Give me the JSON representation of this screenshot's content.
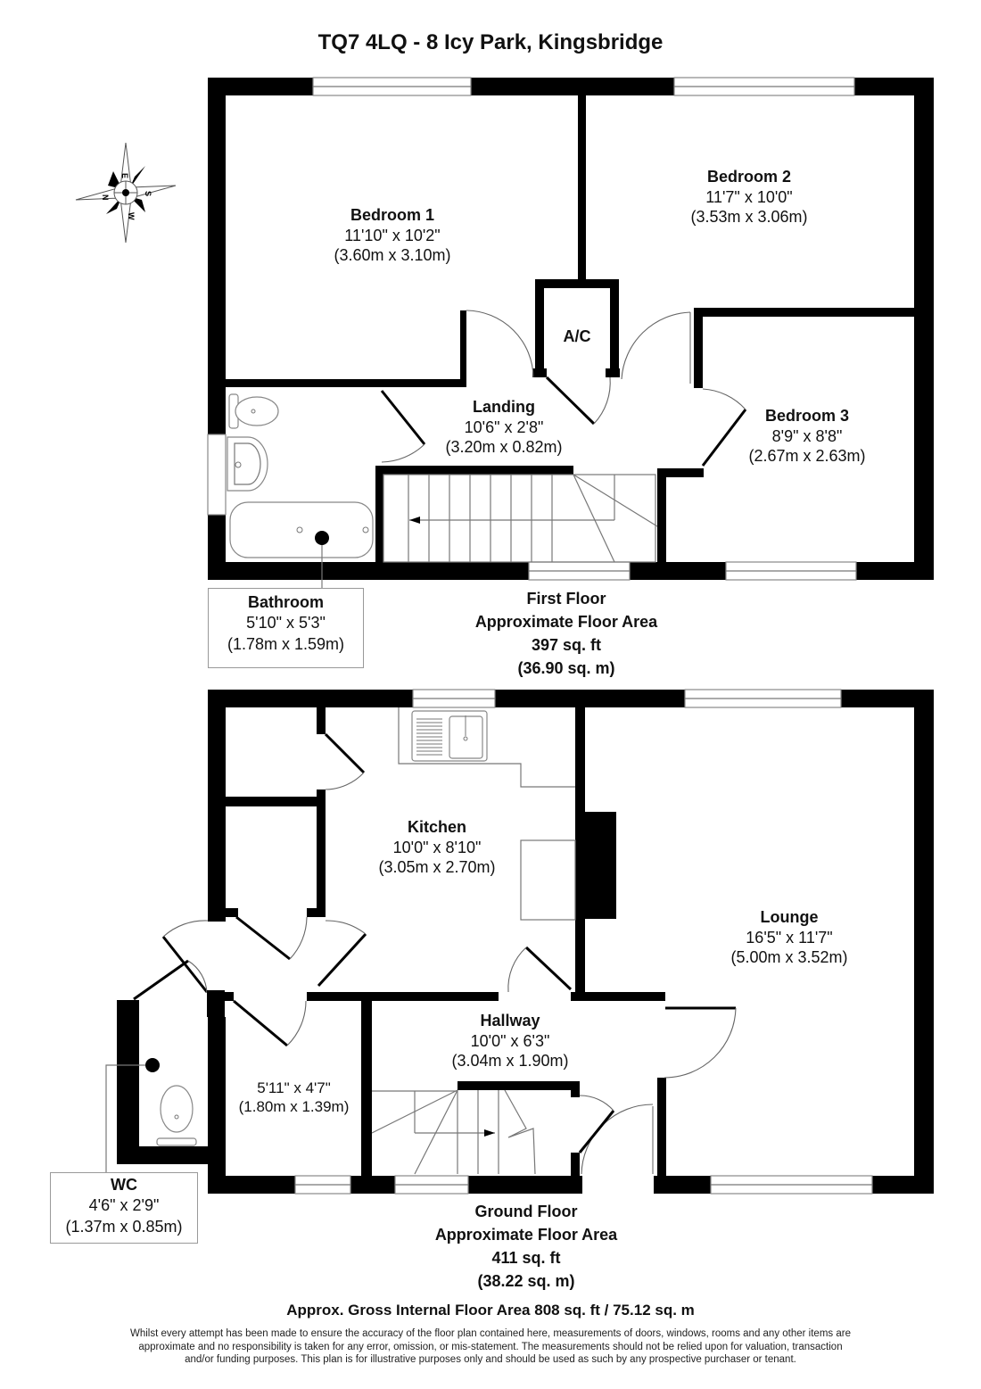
{
  "title": "TQ7 4LQ - 8 Icy Park, Kingsbridge",
  "compass": {
    "icon": "compass-rose-icon",
    "labels": {
      "n": "N",
      "e": "E",
      "s": "S",
      "w": "W"
    }
  },
  "first_floor": {
    "rooms": {
      "bedroom1": {
        "name": "Bedroom 1",
        "imperial": "11'10\" x 10'2\"",
        "metric": "(3.60m x 3.10m)"
      },
      "bedroom2": {
        "name": "Bedroom 2",
        "imperial": "11'7\" x 10'0\"",
        "metric": "(3.53m x 3.06m)"
      },
      "bedroom3": {
        "name": "Bedroom 3",
        "imperial": "8'9\" x 8'8\"",
        "metric": "(2.67m x 2.63m)"
      },
      "landing": {
        "name": "Landing",
        "imperial": "10'6\" x 2'8\"",
        "metric": "(3.20m x 0.82m)"
      },
      "airing_cupboard": {
        "name": "A/C"
      },
      "bathroom": {
        "name": "Bathroom",
        "imperial": "5'10\" x 5'3\"",
        "metric": "(1.78m x 1.59m)"
      }
    },
    "area": {
      "label": "First Floor",
      "sublabel": "Approximate Floor Area",
      "sqft": "397 sq. ft",
      "sqm": "(36.90 sq. m)"
    }
  },
  "ground_floor": {
    "rooms": {
      "kitchen": {
        "name": "Kitchen",
        "imperial": "10'0\" x 8'10\"",
        "metric": "(3.05m x 2.70m)"
      },
      "lounge": {
        "name": "Lounge",
        "imperial": "16'5\" x 11'7\"",
        "metric": "(5.00m x 3.52m)"
      },
      "hallway": {
        "name": "Hallway",
        "imperial": "10'0\" x 6'3\"",
        "metric": "(3.04m x 1.90m)"
      },
      "utility": {
        "imperial": "5'11\" x 4'7\"",
        "metric": "(1.80m x 1.39m)"
      },
      "wc": {
        "name": "WC",
        "imperial": "4'6\" x 2'9\"",
        "metric": "(1.37m x 0.85m)"
      }
    },
    "area": {
      "label": "Ground Floor",
      "sublabel": "Approximate Floor Area",
      "sqft": "411 sq. ft",
      "sqm": "(38.22 sq. m)"
    }
  },
  "gross_area": "Approx. Gross Internal Floor Area 808 sq. ft / 75.12 sq. m",
  "disclaimer": "Whilst every attempt has been made to ensure the accuracy of the floor plan contained here, measurements of doors, windows, rooms and any other items are approximate and no responsibility is taken for any error, omission, or mis-statement. The measurements should not be relied upon for valuation, transaction and/or funding purposes. This plan is for illustrative purposes only and should be used as such by any prospective purchaser or tenant.",
  "colors": {
    "wall": "#000000",
    "background": "#ffffff",
    "fixture_line": "#888888"
  }
}
